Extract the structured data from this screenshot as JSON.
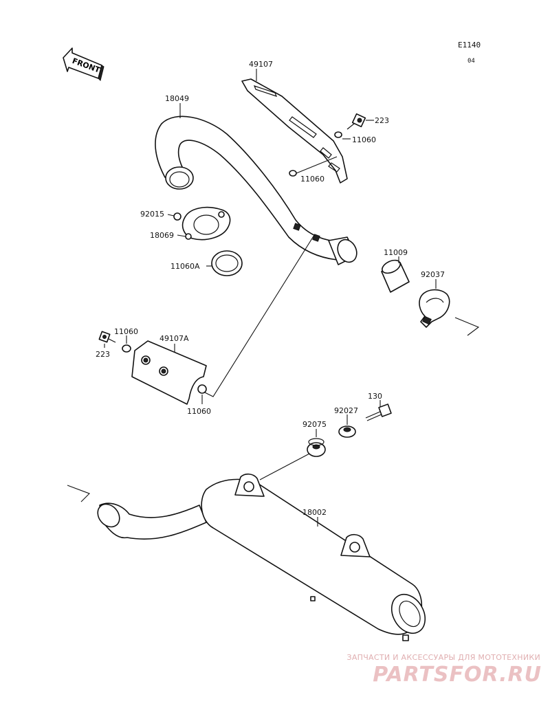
{
  "header": {
    "code": "E1140",
    "sub": "04"
  },
  "front_label": "FRONT",
  "labels": {
    "l49107": "49107",
    "l18049": "18049",
    "l223a": "223",
    "l11060a": "11060",
    "l11060b": "11060",
    "l92015": "92015",
    "l18069": "18069",
    "l11060A": "11060A",
    "l11009": "11009",
    "l92037": "92037",
    "l11060c": "11060",
    "l223b": "223",
    "l49107A": "49107A",
    "l11060d": "11060",
    "l130": "130",
    "l92027": "92027",
    "l92075": "92075",
    "l18002": "18002"
  },
  "watermark": {
    "tagline": "ЗАПЧАСТИ И АКСЕССУАРЫ ДЛЯ МОТОТЕХНИКИ",
    "brand": "PARTSFOR.RU"
  }
}
